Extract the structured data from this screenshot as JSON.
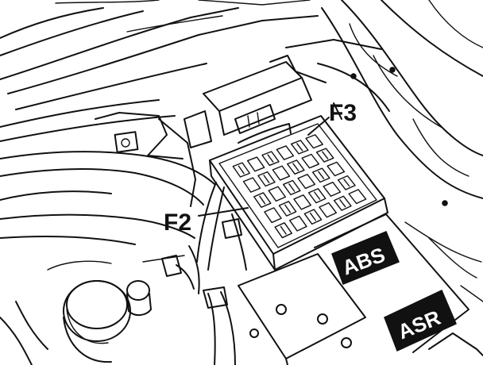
{
  "callouts": {
    "f2": "F2",
    "f3": "F3"
  },
  "plates": {
    "abs": "ABS",
    "asr": "ASR"
  },
  "colors": {
    "ink": "#111111",
    "paper": "#ffffff"
  }
}
